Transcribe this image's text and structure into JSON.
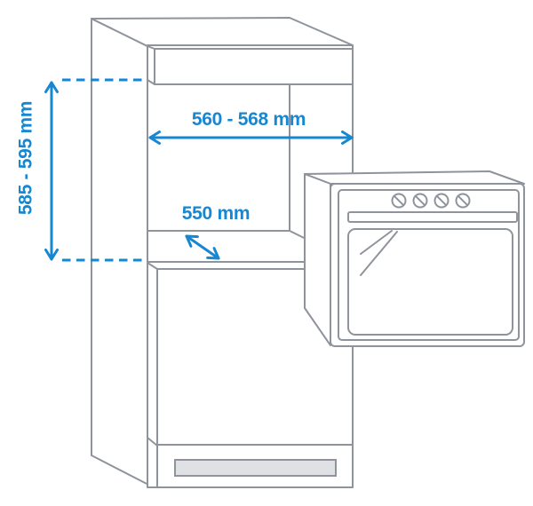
{
  "colors": {
    "accent": "#1687d0",
    "line": "#8e939c",
    "vent_fill": "#dfe1e4"
  },
  "dimensions": {
    "niche_width": {
      "label": "560 - 568 mm"
    },
    "niche_depth": {
      "label": "550 mm"
    },
    "niche_height": {
      "label": "585 - 595 mm"
    }
  }
}
